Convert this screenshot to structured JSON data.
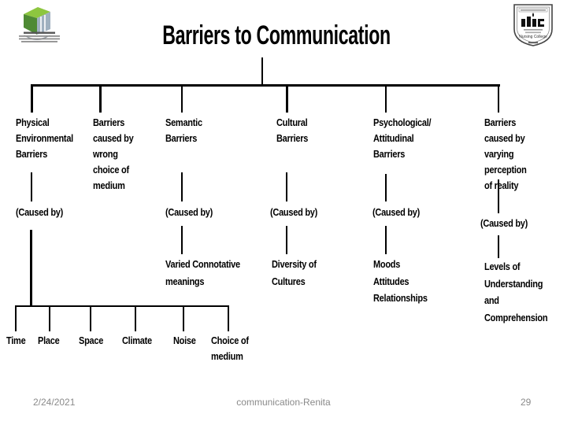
{
  "header": {
    "title": "Barriers to Communication",
    "right_logo": {
      "caption": "Nursing College"
    }
  },
  "colors": {
    "line": "#000000",
    "footer_gray": "#8a8a8a",
    "logo_green_light": "#8dc63f",
    "logo_green_dark": "#4e8a34",
    "logo_blue_gray": "#9fb0c0"
  },
  "tree": {
    "caused_by": "(Caused by)",
    "branches": [
      {
        "lines": [
          "Physical",
          "Environmental",
          "Barriers"
        ]
      },
      {
        "lines": [
          "Barriers",
          "caused by",
          "wrong",
          "choice of",
          "medium"
        ]
      },
      {
        "lines": [
          "Semantic",
          "Barriers"
        ]
      },
      {
        "lines": [
          "Cultural",
          "Barriers"
        ]
      },
      {
        "lines": [
          "Psychological/",
          "Attitudinal",
          "Barriers"
        ]
      },
      {
        "lines": [
          "Barriers",
          "caused by",
          "varying perception",
          "of reality"
        ]
      }
    ],
    "sub_labels": [
      {
        "lines": [
          "Varied Connotative",
          "meanings"
        ]
      },
      {
        "lines": [
          "Diversity of",
          "Cultures"
        ]
      },
      {
        "lines": [
          "Moods",
          "Attitudes",
          "Relationships"
        ]
      },
      {
        "lines": [
          "Levels of",
          "Understanding",
          "and",
          "Comprehension"
        ]
      }
    ],
    "bottom_row": [
      {
        "lines": [
          "Time"
        ]
      },
      {
        "lines": [
          "Place"
        ]
      },
      {
        "lines": [
          "Space"
        ]
      },
      {
        "lines": [
          "Climate"
        ]
      },
      {
        "lines": [
          "Noise"
        ]
      },
      {
        "lines": [
          "Choice of",
          "medium"
        ]
      }
    ]
  },
  "footer": {
    "date": "2/24/2021",
    "center": "communication-Renita",
    "page": "29"
  }
}
